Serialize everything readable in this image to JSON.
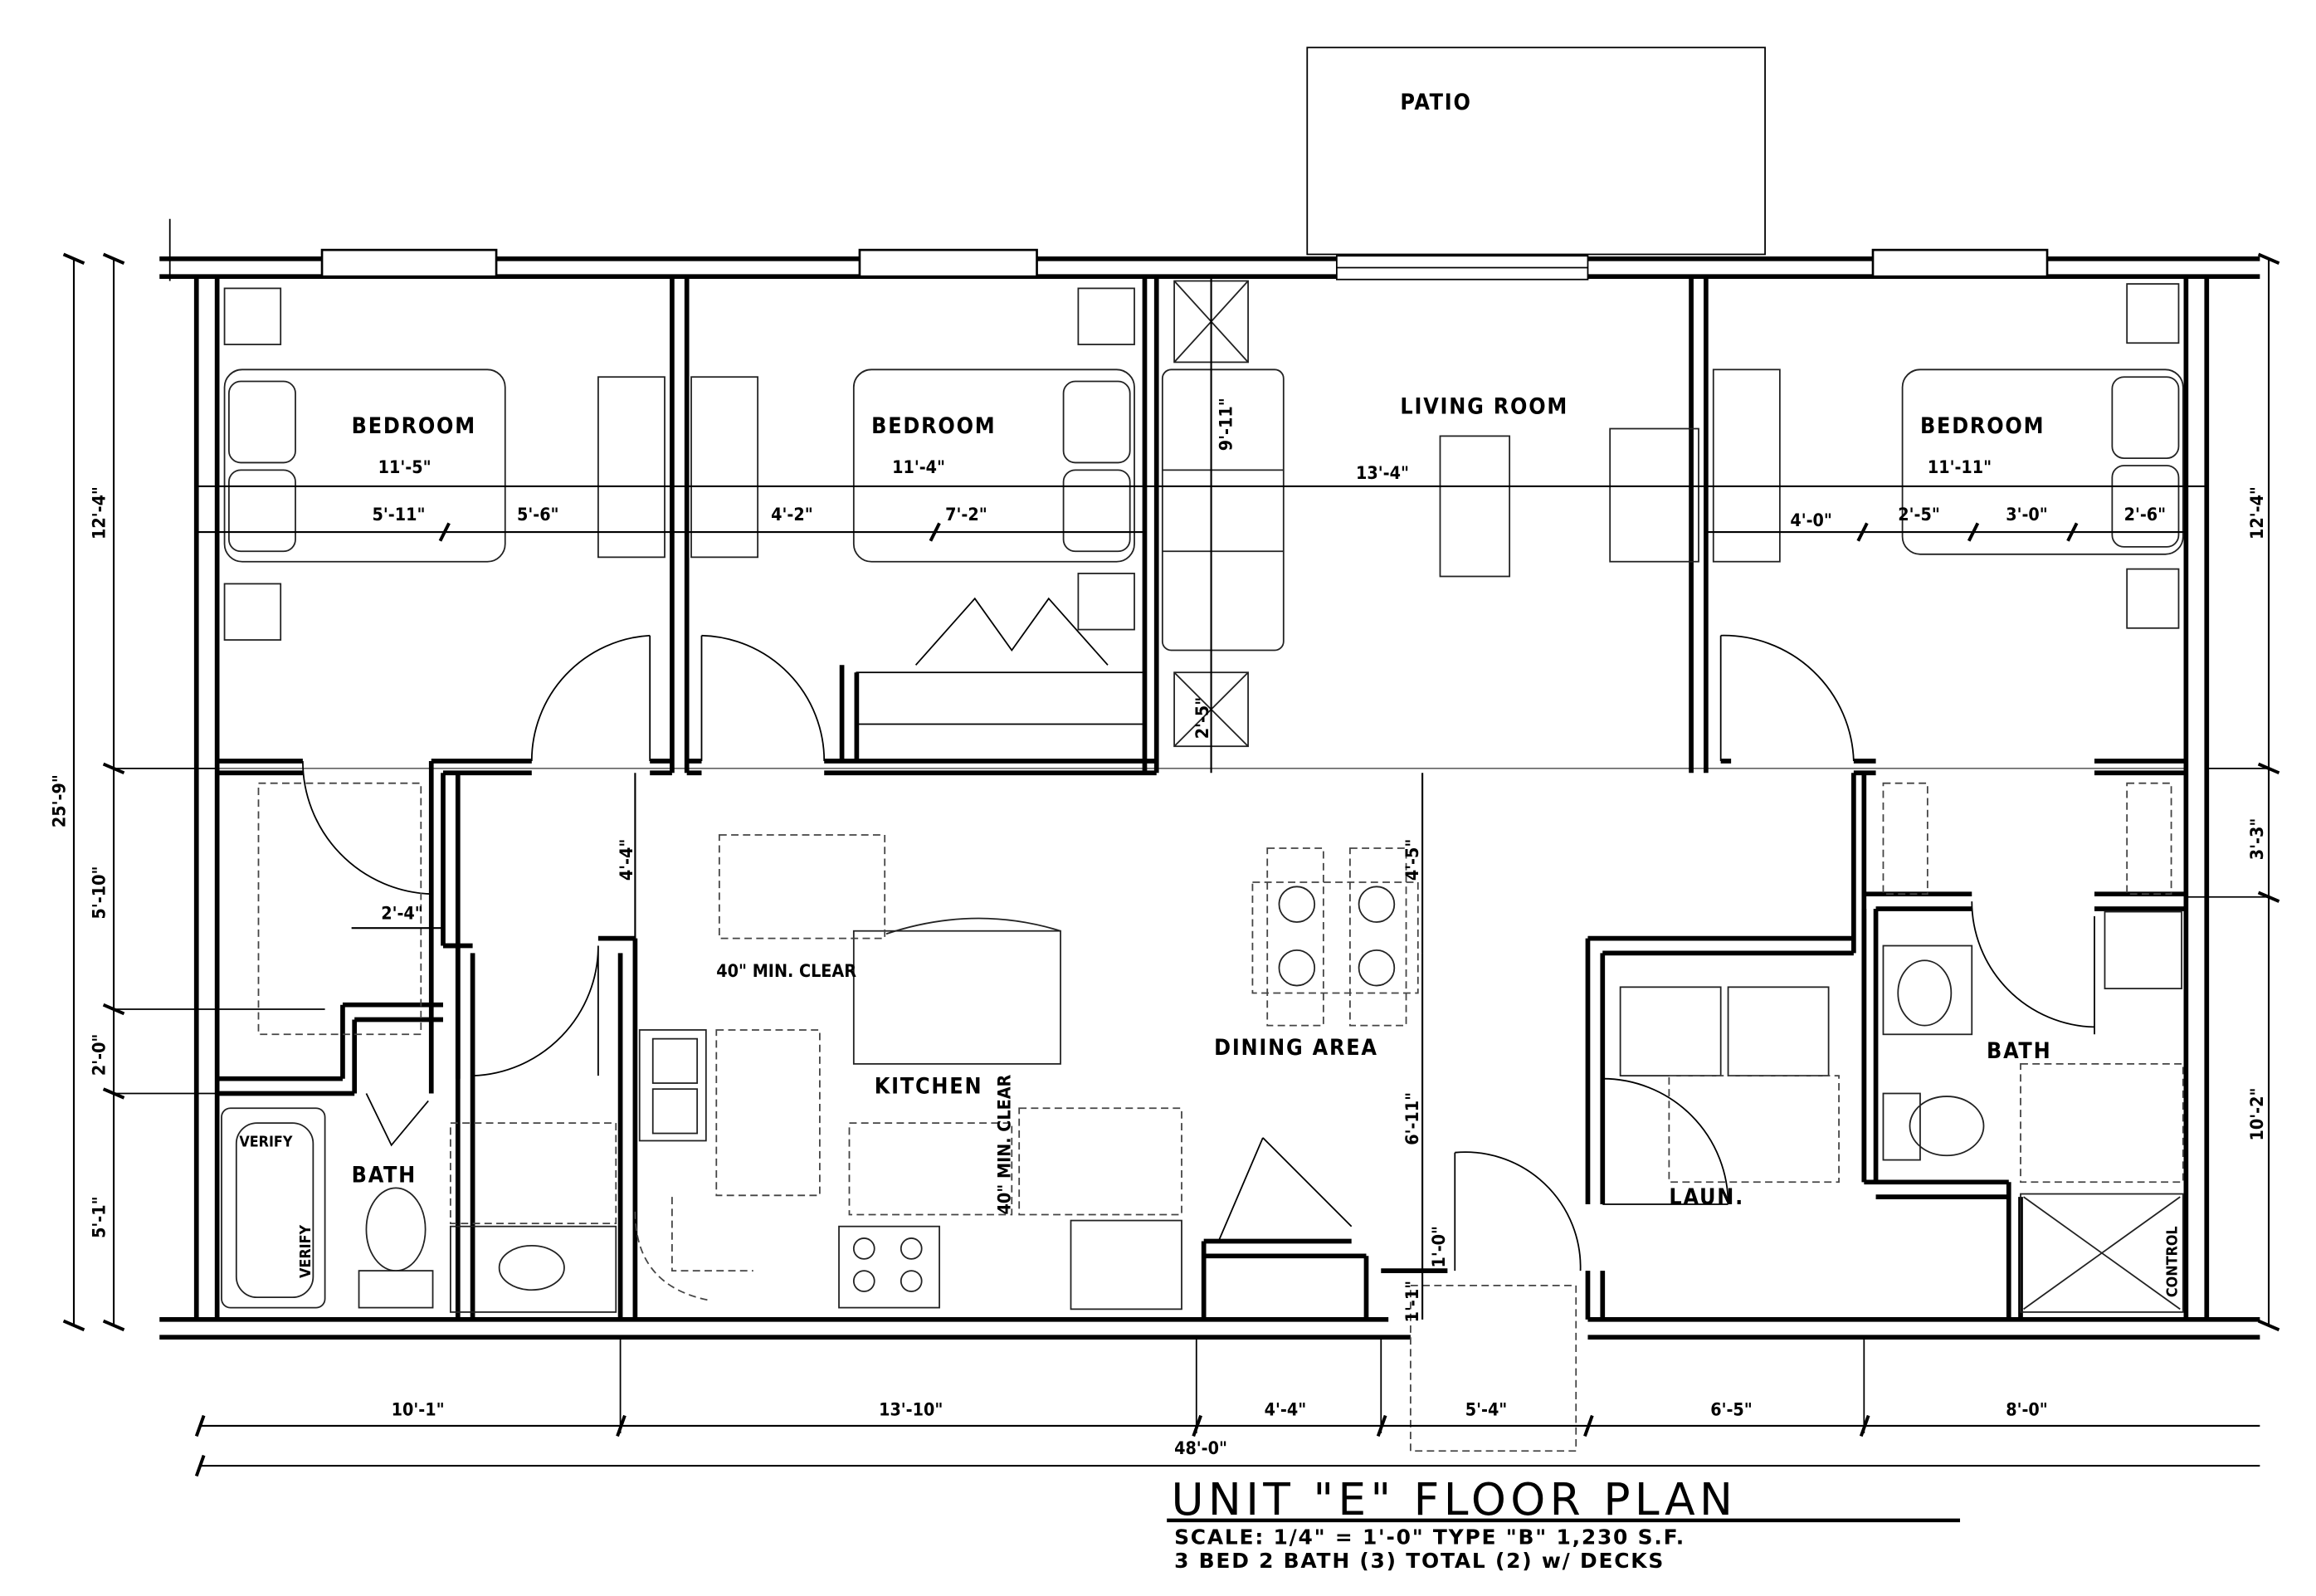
{
  "title": "UNIT \"E\" FLOOR PLAN",
  "subtitle_1": "SCALE: 1/4\" = 1'-0\"   TYPE \"B\" 1,230 S.F.",
  "subtitle_2": "3 BED 2 BATH (3) TOTAL (2) w/ DECKS",
  "rooms": {
    "patio": "PATIO",
    "bedroom_1": "BEDROOM",
    "bedroom_2": "BEDROOM",
    "bedroom_3": "BEDROOM",
    "living_room": "LIVING ROOM",
    "dining_area": "DINING AREA",
    "kitchen": "KITCHEN",
    "laundry": "LAUN.",
    "bath_1": "BATH",
    "bath_2": "BATH"
  },
  "notes": {
    "min_clear_1": "40\" MIN. CLEAR",
    "min_clear_2": "40\" MIN. CLEAR",
    "verify_1": "VERIFY",
    "verify_2": "VERIFY",
    "control": "CONTROL"
  },
  "dimensions": {
    "bottom": [
      "10'-1\"",
      "13'-10\"",
      "4'-4\"",
      "5'-4\"",
      "6'-5\"",
      "8'-0\""
    ],
    "overall_width": "48'-0\"",
    "left": [
      "12'-4\"",
      "5'-10\"",
      "2'-0\"",
      "5'-1\""
    ],
    "overall_depth": "25'-9\"",
    "right": [
      "12'-4\"",
      "3'-3\"",
      "10'-2\""
    ],
    "bedroom_1_width": "11'-5\"",
    "bedroom_1_a": "5'-11\"",
    "bedroom_1_b": "5'-6\"",
    "bedroom_2_width": "11'-4\"",
    "bedroom_2_a": "4'-2\"",
    "bedroom_2_b": "7'-2\"",
    "living_width": "13'-4\"",
    "sofa_length": "9'-11\"",
    "sofa_gap": "2'-5\"",
    "bedroom_3_width": "11'-11\"",
    "bedroom_3_a": "4'-0\"",
    "bedroom_3_b": "2'-5\"",
    "bedroom_3_c": "3'-0\"",
    "bedroom_3_d": "2'-6\"",
    "hall": "4'-4\"",
    "dining": "4'-5\"",
    "closet": "2'-4\"",
    "kitchen_depth": "6'-11\"",
    "entry_a": "1'-0\"",
    "entry_b": "1'-1\""
  }
}
